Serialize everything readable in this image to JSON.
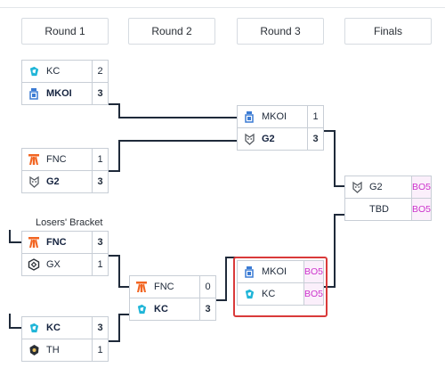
{
  "rounds": [
    "Round 1",
    "Round 2",
    "Round 3",
    "Finals"
  ],
  "losers_label": "Losers' Bracket",
  "matches": {
    "r1m1": {
      "teams": [
        {
          "name": "KC",
          "score": "2",
          "win": false,
          "logo": "kc-logo"
        },
        {
          "name": "MKOI",
          "score": "3",
          "win": true,
          "logo": "mkoi-logo"
        }
      ]
    },
    "r1m2": {
      "teams": [
        {
          "name": "FNC",
          "score": "1",
          "win": false,
          "logo": "fnc-logo"
        },
        {
          "name": "G2",
          "score": "3",
          "win": true,
          "logo": "g2-logo"
        }
      ]
    },
    "r1m3": {
      "teams": [
        {
          "name": "FNC",
          "score": "3",
          "win": true,
          "logo": "fnc-logo"
        },
        {
          "name": "GX",
          "score": "1",
          "win": false,
          "logo": "gx-logo"
        }
      ]
    },
    "r1m4": {
      "teams": [
        {
          "name": "KC",
          "score": "3",
          "win": true,
          "logo": "kc-logo"
        },
        {
          "name": "TH",
          "score": "1",
          "win": false,
          "logo": "th-logo"
        }
      ]
    },
    "r2m1": {
      "teams": [
        {
          "name": "FNC",
          "score": "0",
          "win": false,
          "logo": "fnc-logo"
        },
        {
          "name": "KC",
          "score": "3",
          "win": true,
          "logo": "kc-logo"
        }
      ]
    },
    "r3m1": {
      "teams": [
        {
          "name": "MKOI",
          "score": "1",
          "win": false,
          "logo": "mkoi-logo"
        },
        {
          "name": "G2",
          "score": "3",
          "win": true,
          "logo": "g2-logo"
        }
      ]
    },
    "r3m2": {
      "teams": [
        {
          "name": "MKOI",
          "score": "BO5",
          "win": false,
          "logo": "mkoi-logo"
        },
        {
          "name": "KC",
          "score": "BO5",
          "win": false,
          "logo": "kc-logo"
        }
      ]
    },
    "final": {
      "teams": [
        {
          "name": "G2",
          "score": "BO5",
          "win": false,
          "logo": "g2-logo"
        },
        {
          "name": "TBD",
          "score": "BO5",
          "win": false,
          "logo": ""
        }
      ]
    }
  },
  "colors": {
    "accent_bo5": "#cc33cc",
    "highlight": "#d93a3a",
    "kc": "#1fb5d8",
    "fnc": "#f26522",
    "mkoi": "#3b7bd4"
  }
}
